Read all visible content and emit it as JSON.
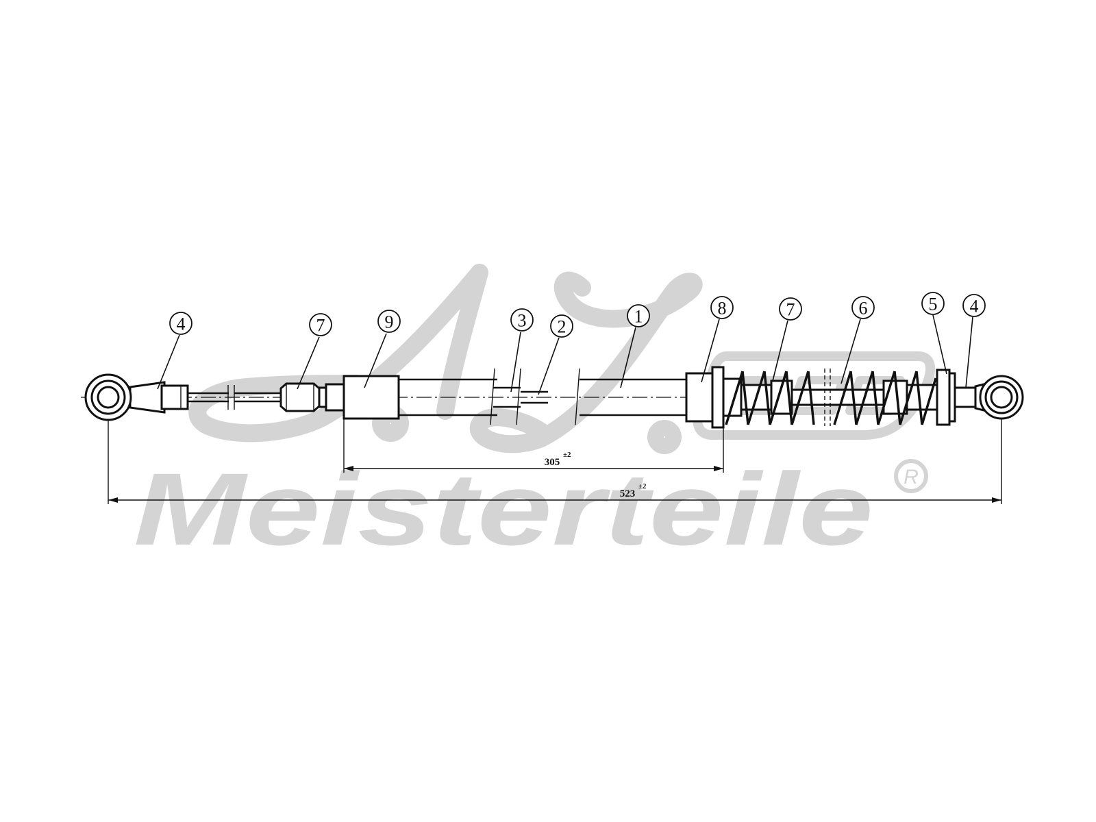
{
  "watermark": {
    "brand_name": "Meisterteile",
    "registered_mark": "R"
  },
  "balloons": [
    {
      "id": "b1",
      "label": "4"
    },
    {
      "id": "b2",
      "label": "7"
    },
    {
      "id": "b3",
      "label": "9"
    },
    {
      "id": "b4",
      "label": "3"
    },
    {
      "id": "b5",
      "label": "2"
    },
    {
      "id": "b6",
      "label": "1"
    },
    {
      "id": "b7",
      "label": "8"
    },
    {
      "id": "b8",
      "label": "7"
    },
    {
      "id": "b9",
      "label": "6"
    },
    {
      "id": "b10",
      "label": "5"
    },
    {
      "id": "b11",
      "label": "4"
    }
  ],
  "dimensions": {
    "inner_length": {
      "value": "305",
      "tolerance": "±2"
    },
    "overall_length": {
      "value": "523",
      "tolerance": "±2"
    }
  }
}
